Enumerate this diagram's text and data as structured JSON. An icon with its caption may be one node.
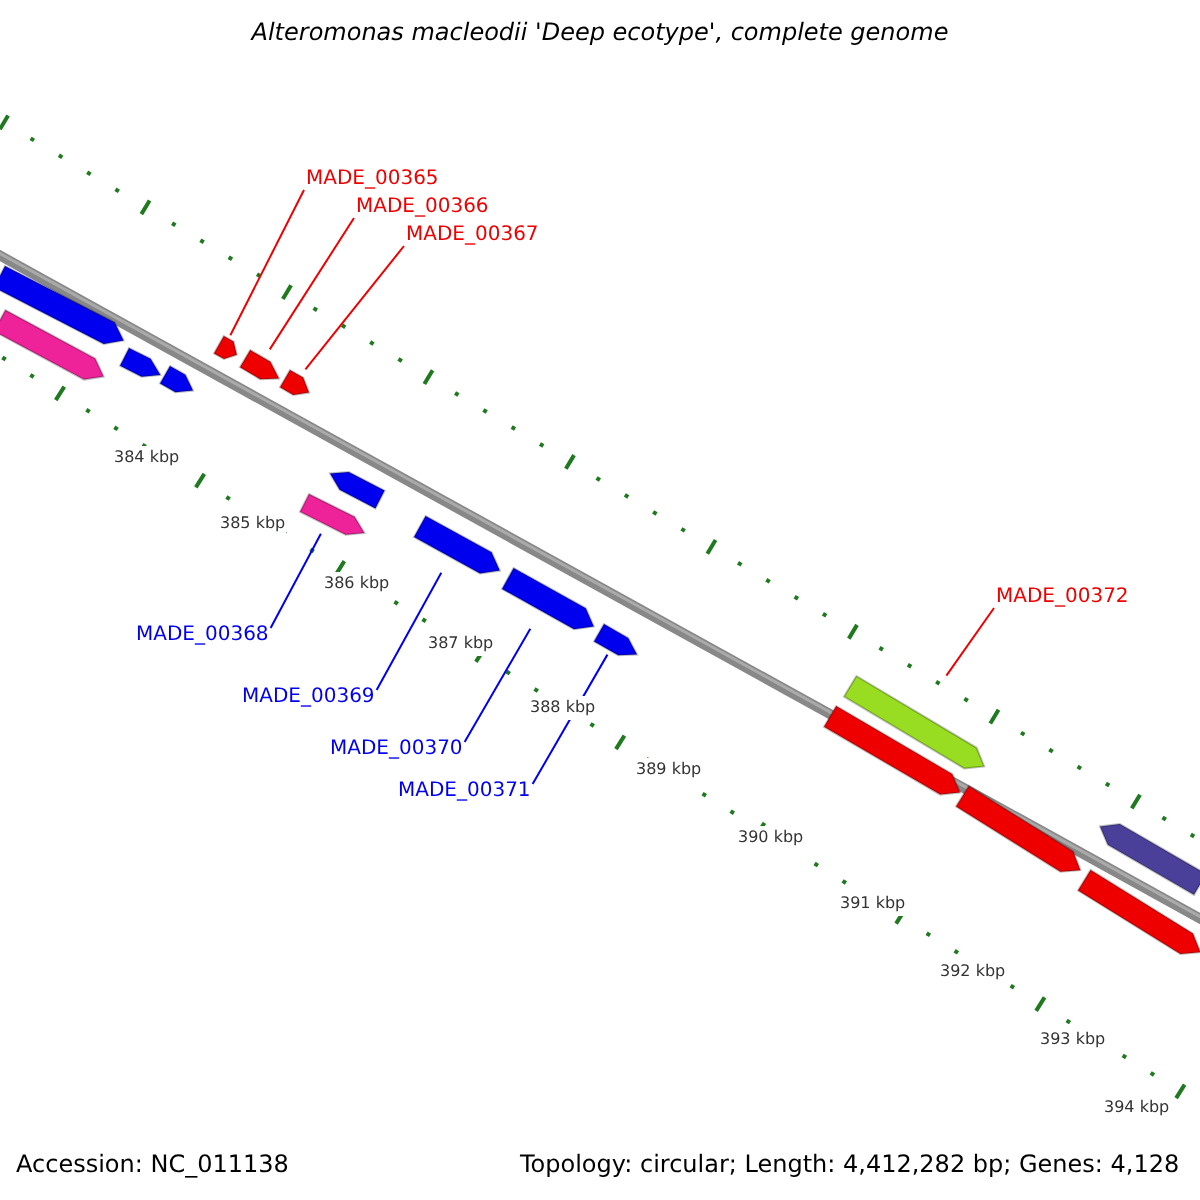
{
  "diagram": {
    "title": "Alteromonas macleodii 'Deep ecotype', complete genome",
    "nodes": [
      {
        "text": [
          "MADE_00365"
        ]
      },
      {
        "text": [
          "MADE_00366"
        ]
      },
      {
        "text": [
          "MADE_00367"
        ]
      },
      {
        "text": [
          "MADE_00368"
        ]
      },
      {
        "text": [
          "MADE_00369"
        ]
      },
      {
        "text": [
          "MADE_00370"
        ]
      },
      {
        "text": [
          "MADE_00371"
        ]
      },
      {
        "text": [
          "MADE_00372"
        ]
      },
      {
        "text": [],
        "shape": "bar"
      },
      {
        "text": [],
        "shape": "bar"
      },
      {
        "text": [],
        "shape": "bar"
      },
      {
        "text": [],
        "shape": "bar"
      },
      {
        "text": [],
        "shape": "bar"
      },
      {
        "text": [],
        "shape": "bar"
      },
      {
        "text": [],
        "shape": "bar"
      },
      {
        "text": [],
        "shape": "bar"
      },
      {
        "text": [],
        "shape": "bar"
      },
      {
        "text": [],
        "shape": "bar"
      },
      {
        "text": [],
        "shape": "bar"
      },
      {
        "text": [],
        "shape": "bar"
      },
      {
        "text": [],
        "shape": "bar"
      },
      {
        "text": [],
        "shape": "bar"
      },
      {
        "text": [],
        "shape": "bar"
      },
      {
        "text": [],
        "shape": "bar"
      },
      {
        "text": [],
        "shape": "bar"
      }
    ],
    "edges": [
      {
        "from": 0,
        "to": 12,
        "arrow": "none"
      },
      {
        "from": 1,
        "to": 13,
        "arrow": "none"
      },
      {
        "from": 2,
        "to": 14,
        "arrow": "none"
      },
      {
        "from": 3,
        "to": 15,
        "arrow": "none",
        "color": "#0000ee"
      },
      {
        "from": 4,
        "to": 17,
        "arrow": "none",
        "color": "#0000ee"
      },
      {
        "from": 5,
        "to": 18,
        "arrow": "none",
        "color": "#0000ee"
      },
      {
        "from": 6,
        "to": 19,
        "arrow": "none",
        "color": "#0000ee"
      },
      {
        "from": 7,
        "to": 21,
        "arrow": "none"
      }
    ],
    "labels": [
      "384 kbp",
      "385 kbp",
      "386 kbp",
      "387 kbp",
      "388 kbp",
      "389 kbp",
      "390 kbp",
      "391 kbp",
      "392 kbp",
      "393 kbp",
      "394 kbp",
      "Accession: NC_011138",
      "Topology: circular; Length: 4,412,282 bp; Genes: 4,128"
    ]
  }
}
